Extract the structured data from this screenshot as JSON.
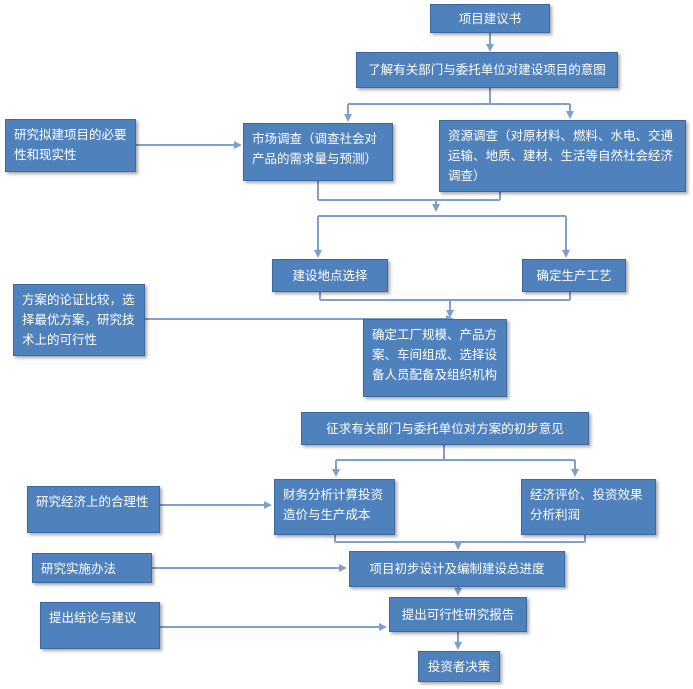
{
  "boxes": {
    "proposal": "项目建议书",
    "understand": "了解有关部门与委托单位对建设项目的意图",
    "research_necessity": "研究拟建项目的必要性和现实性",
    "market": "市场调查（调查社会对产品的需求量与预测）",
    "resources": "资源调查（对原材料、燃料、水电、交通运输、地质、建材、生活等自然社会经济调查）",
    "site": "建设地点选择",
    "process": "确定生产工艺",
    "scheme_compare": "方案的论证比较，选择最优方案，研究技术上的可行性",
    "scale": "确定工厂规模、产品方案、车间组成、选择设备人员配备及组织机构",
    "solicit": "征求有关部门与委托单位对方案的初步意见",
    "econ_research": "研究经济上的合理性",
    "finance": "财务分析计算投资造价与生产成本",
    "econ_eval": "经济评价、投资效果分析利润",
    "impl_research": "研究实施办法",
    "prelim_design": "项目初步设计及编制建设总进度",
    "conclusion": "提出结论与建议",
    "report": "提出可行性研究报告",
    "decision": "投资者决策"
  },
  "colors": {
    "box_fill": "#4f81bd",
    "connector": "#7f9fcf",
    "box_text": "#ffffff"
  }
}
